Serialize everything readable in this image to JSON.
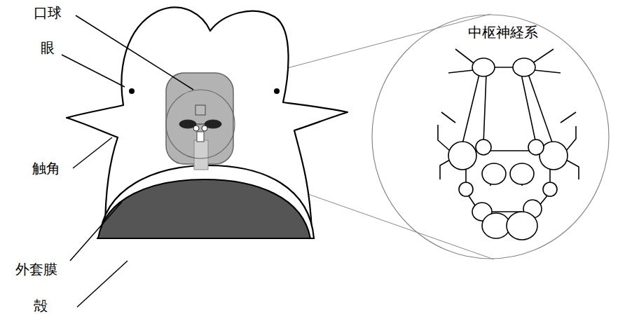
{
  "diagram": {
    "nodes": [
      {
        "text": [
          "中枢神経系"
        ]
      }
    ],
    "labels": [
      "口球",
      "眼",
      "触角",
      "外套膜",
      "殻"
    ]
  }
}
